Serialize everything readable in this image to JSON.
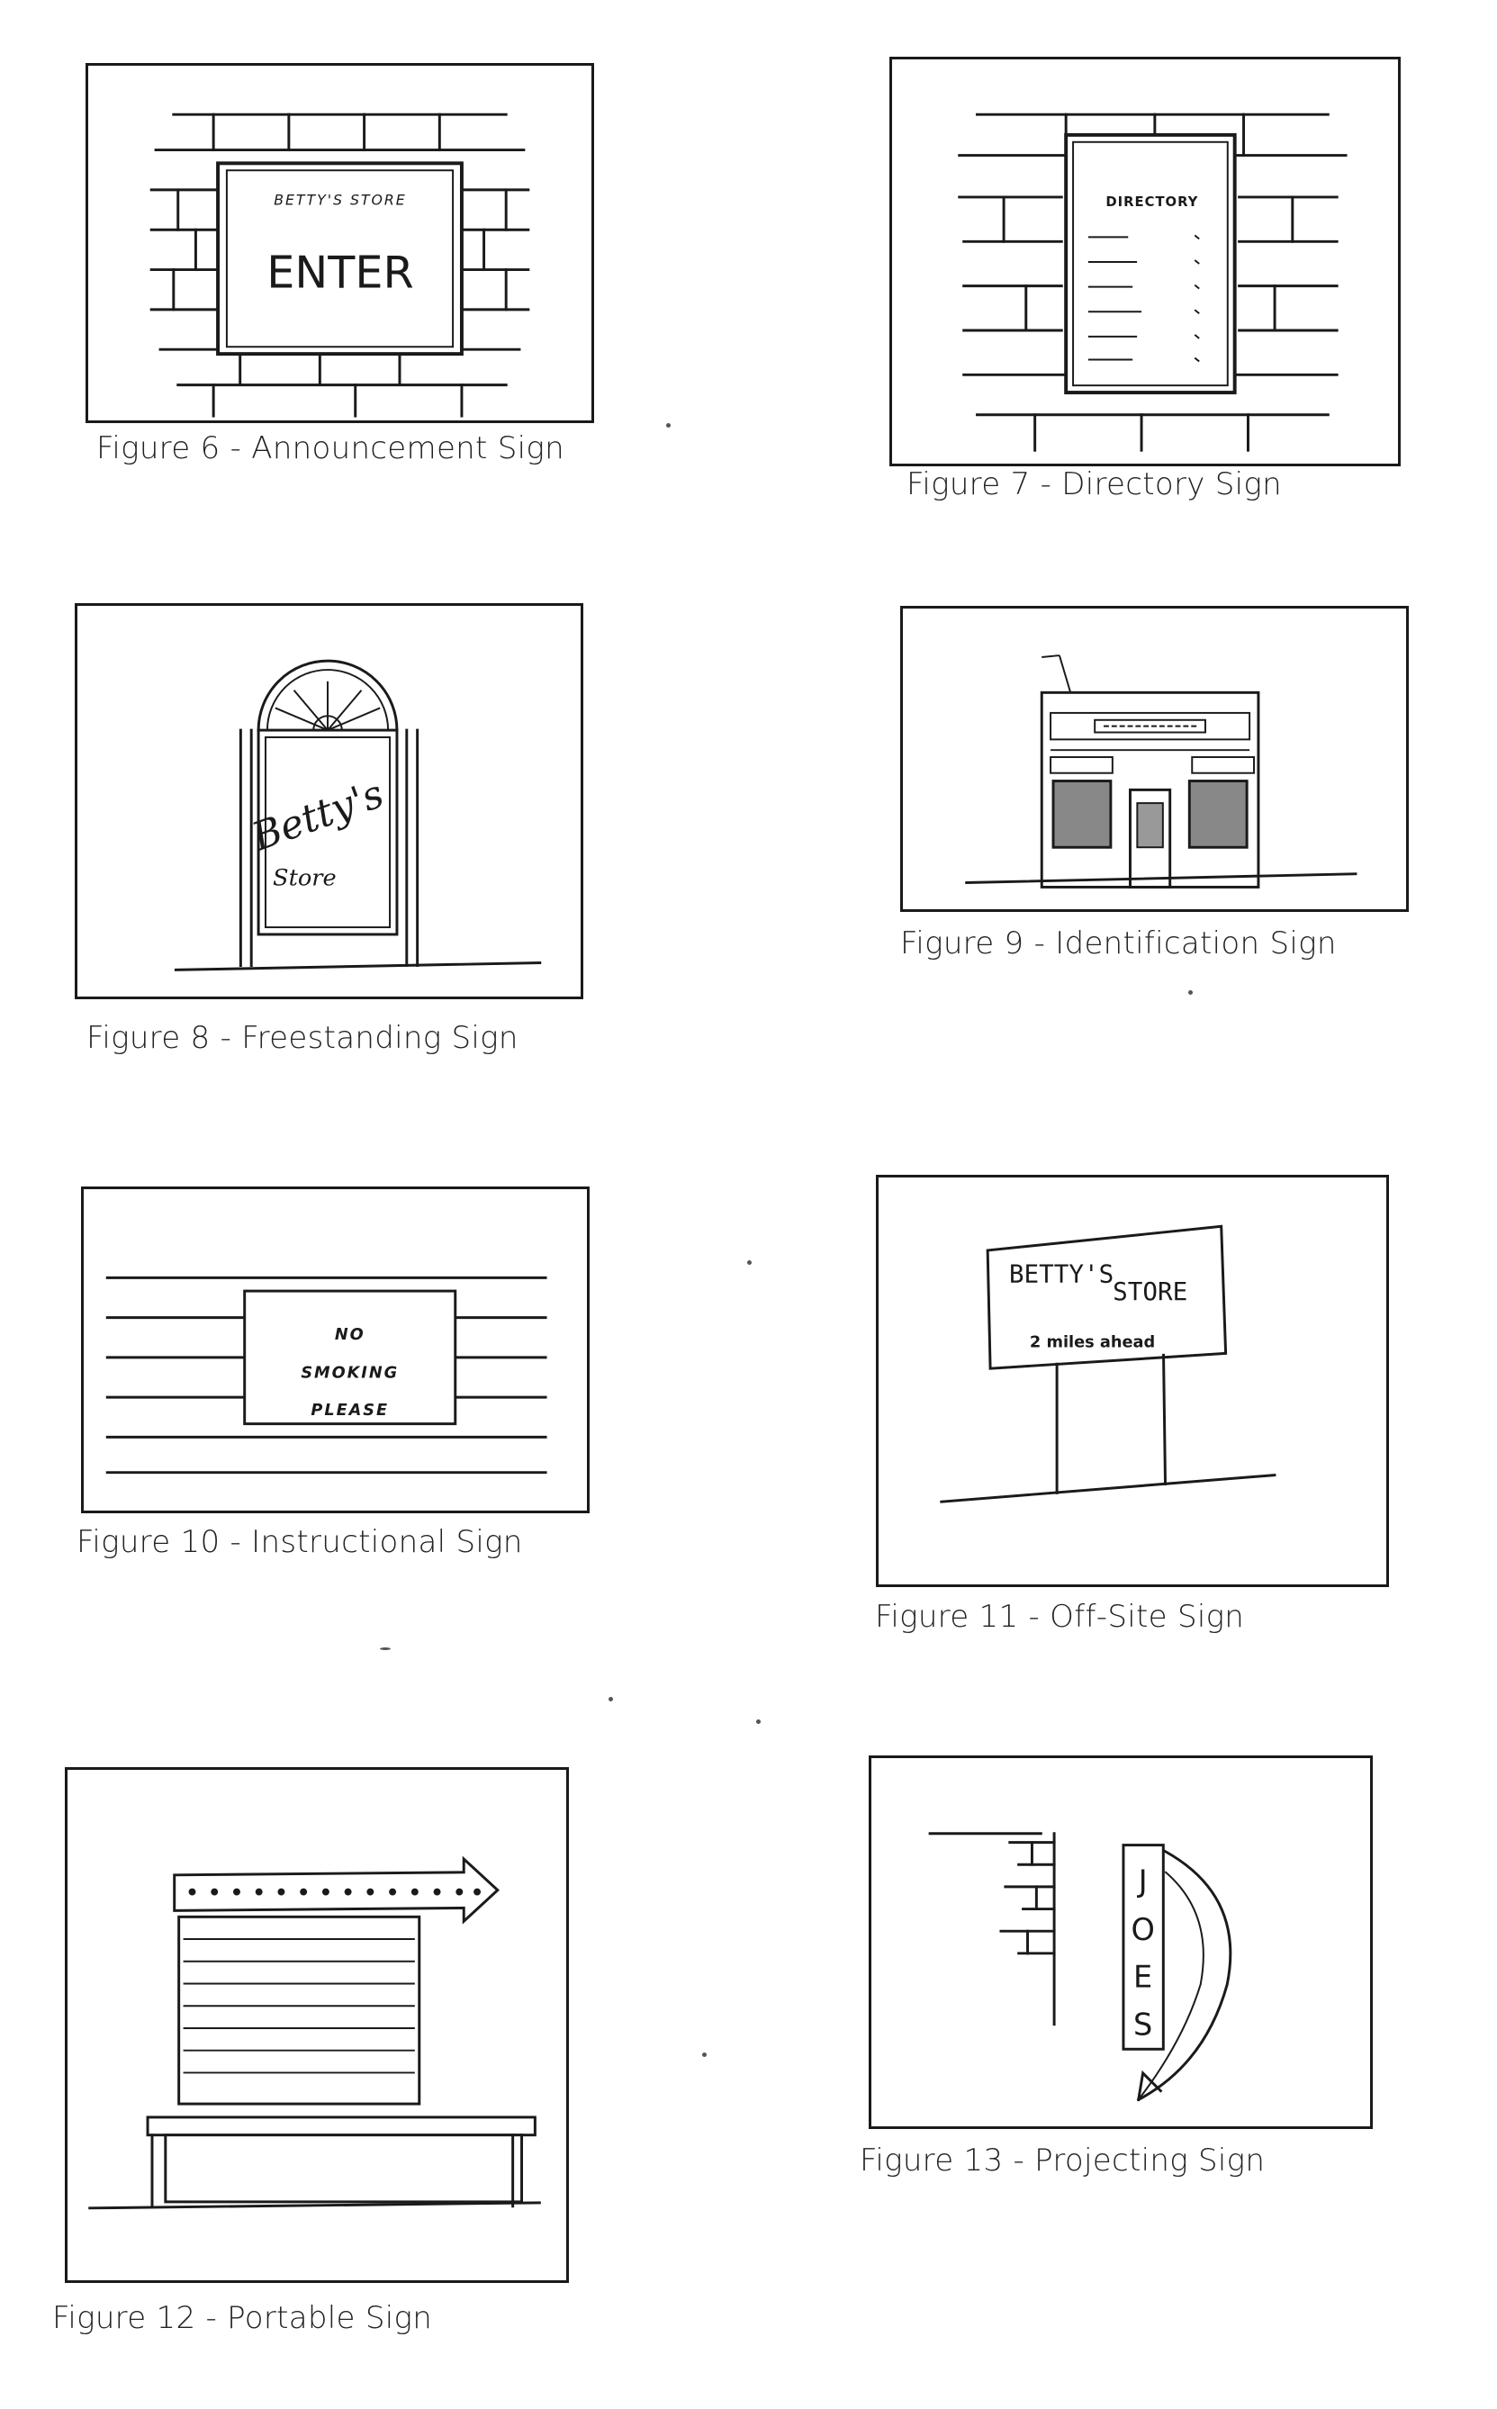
{
  "figures": [
    {
      "caption": "Figure 6 - Announcement Sign",
      "sign_text": {
        "top": "BETTY'S STORE",
        "main": "ENTER"
      }
    },
    {
      "caption": "Figure 7 - Directory Sign",
      "sign_text": {
        "title": "DIRECTORY"
      }
    },
    {
      "caption": "Figure 8 - Freestanding Sign",
      "sign_text": {
        "line1": "Betty's",
        "line2": "Store"
      }
    },
    {
      "caption": "Figure 9 - Identification Sign"
    },
    {
      "caption": "Figure 10 - Instructional Sign",
      "sign_text": {
        "line1": "NO",
        "line2": "SMOKING",
        "line3": "PLEASE"
      }
    },
    {
      "caption": "Figure 11 - Off-Site Sign",
      "sign_text": {
        "line1": "BETTY'S",
        "line2": "STORE",
        "line3": "2 miles ahead"
      }
    },
    {
      "caption": "Figure 12 - Portable Sign"
    },
    {
      "caption": "Figure 13 - Projecting Sign",
      "sign_text": {
        "letters": [
          "J",
          "O",
          "E",
          "S"
        ]
      }
    }
  ]
}
